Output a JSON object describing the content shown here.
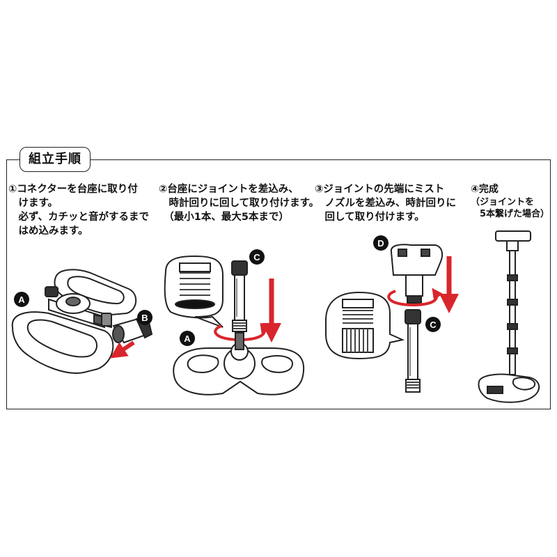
{
  "section": {
    "title": "組立手順"
  },
  "steps": [
    {
      "lines": [
        "①コネクターを台座に取り付",
        "　けます。",
        "　必ず、カチッと音がするまで",
        "　はめ込みます。"
      ]
    },
    {
      "lines": [
        "②台座にジョイントを差込み、",
        "　時計回りに回して取り付けます。",
        "　（最小1本、最大5本まで）"
      ]
    },
    {
      "lines": [
        "③ジョイントの先端にミスト",
        "　ノズルを差込み、時計回りに",
        "　回して取り付けます。"
      ]
    },
    {
      "lines": [
        "④完成",
        "（ジョイントを",
        "　5本繋げた場合）"
      ]
    }
  ],
  "labels": {
    "a1": "A",
    "b": "B",
    "c1": "C",
    "a2": "A",
    "d": "D",
    "c2": "C"
  },
  "colors": {
    "arrow": "#d9262c",
    "ink": "#222222",
    "label_bg": "#111111",
    "label_fg": "#ffffff"
  }
}
